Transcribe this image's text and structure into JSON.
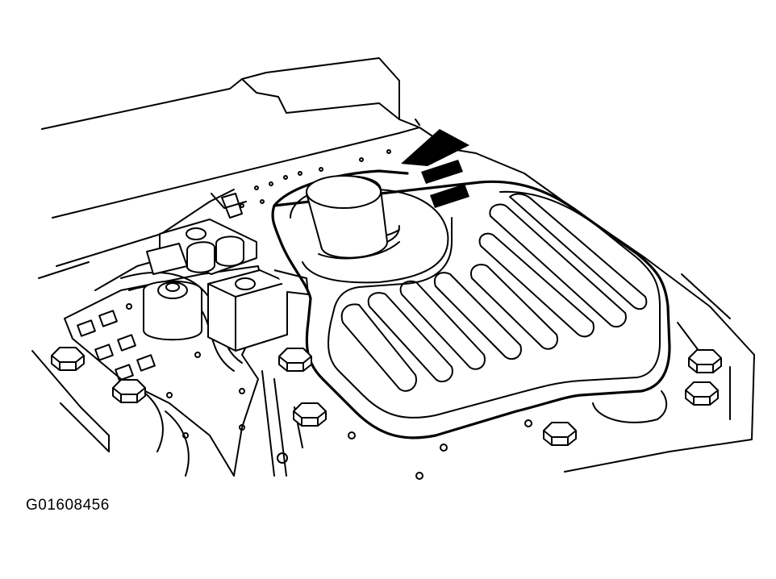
{
  "figure": {
    "code": "G01608456",
    "colors": {
      "line": "#000000",
      "background": "#ffffff"
    },
    "parts": [
      "transmission-case",
      "oil-strainer",
      "strainer-neck",
      "solenoid-valve",
      "valve-body",
      "mounting-bolt",
      "removal-direction-arrow"
    ]
  }
}
